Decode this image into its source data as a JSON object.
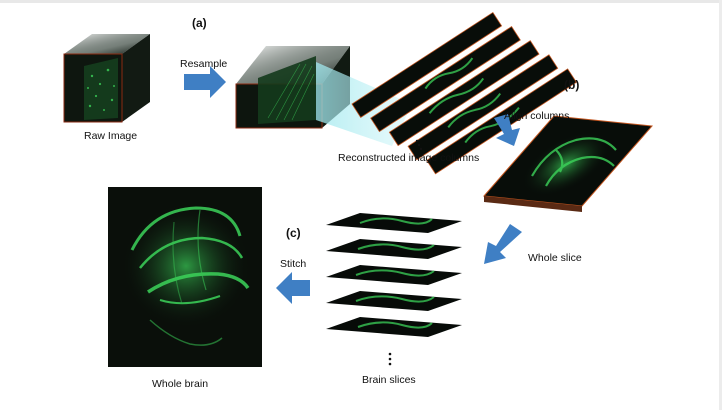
{
  "steps": {
    "a": "(a)",
    "b": "(b)",
    "c": "(c)"
  },
  "labels": {
    "raw_image": "Raw Image",
    "resample": "Resample",
    "reconstructed_columns": "Reconstructed image columns",
    "align_columns": "Align columns",
    "whole_slice": "Whole slice",
    "stitch": "Stitch",
    "brain_slices": "Brain slices",
    "whole_brain": "Whole brain"
  },
  "colors": {
    "fluorescence": "#3cd35a",
    "arrow": "#3f7fc4",
    "slab_edge": "#c2551f",
    "background_dark": "#0a0f0a"
  }
}
